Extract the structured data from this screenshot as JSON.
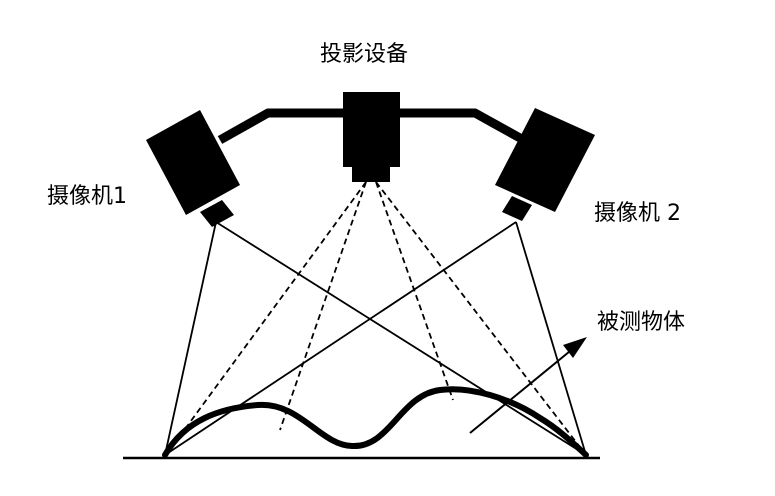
{
  "labels": {
    "projector": "投影设备",
    "camera_left": "摄像机1",
    "camera_right": "摄像机 2",
    "object": "被测物体"
  },
  "colors": {
    "ink": "#000000",
    "background": "#ffffff"
  }
}
